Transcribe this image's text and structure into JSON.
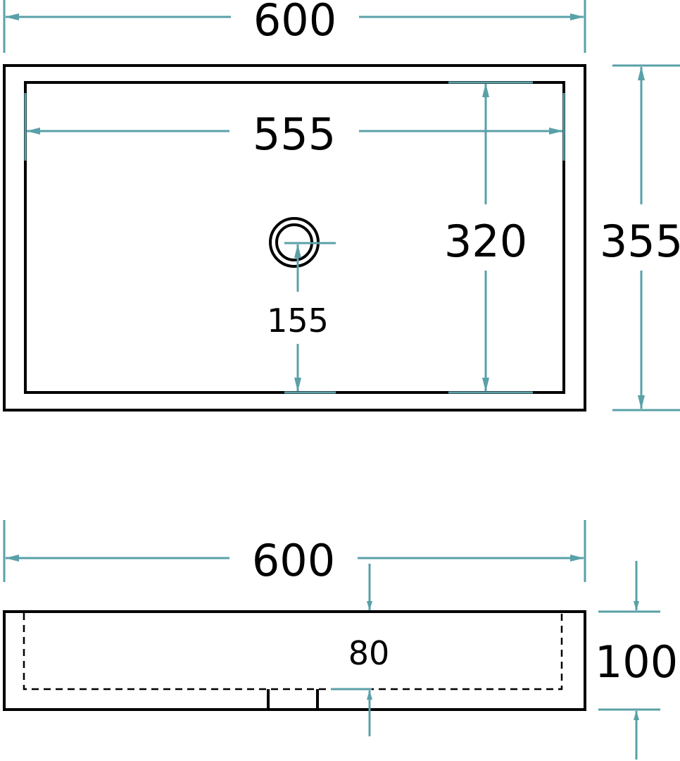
{
  "colors": {
    "dimension": "#5aa0a8",
    "outline": "#000000",
    "background": "#ffffff"
  },
  "top_view": {
    "width_outer": "600",
    "width_inner": "555",
    "depth_inner": "320",
    "depth_outer": "355",
    "drain_offset": "155"
  },
  "side_view": {
    "width": "600",
    "bowl_depth": "80",
    "height": "100"
  }
}
